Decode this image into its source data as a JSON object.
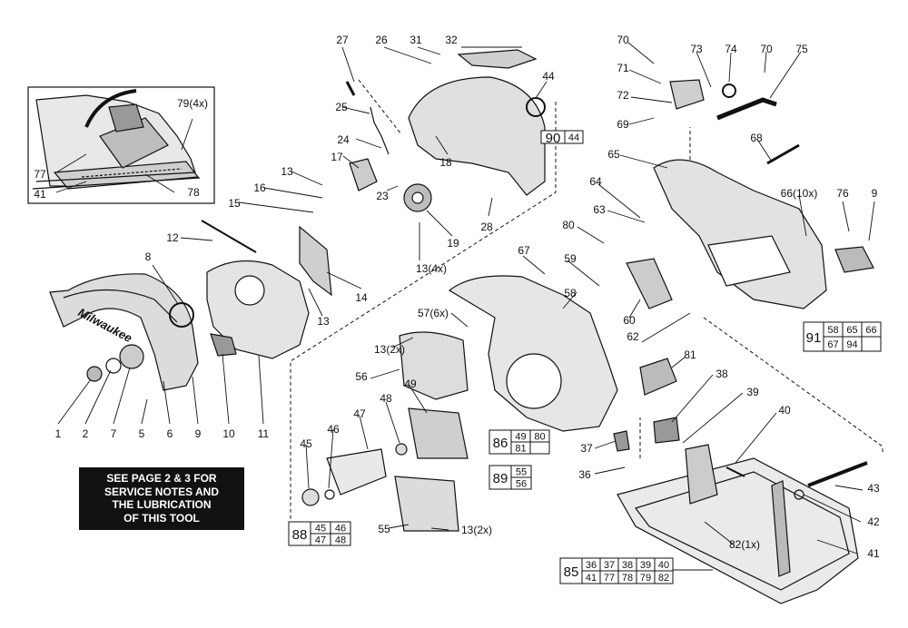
{
  "callouts": [
    "1",
    "2",
    "7",
    "5",
    "6",
    "9",
    "10",
    "11",
    "8",
    "12",
    "15",
    "16",
    "13",
    "17",
    "24",
    "25",
    "27",
    "26",
    "31",
    "32",
    "44",
    "23",
    "18",
    "19",
    "28",
    "13(4x)",
    "14",
    "13",
    "79(4x)",
    "77",
    "41",
    "78",
    "70",
    "71",
    "72",
    "73",
    "74",
    "70",
    "75",
    "69",
    "65",
    "68",
    "66(10x)",
    "76",
    "9",
    "64",
    "63",
    "80",
    "67",
    "59",
    "58",
    "57(6x)",
    "13(2x)",
    "56",
    "60",
    "62",
    "81",
    "49",
    "48",
    "47",
    "46",
    "45",
    "55",
    "13(2x)",
    "37",
    "36",
    "38",
    "39",
    "40",
    "43",
    "42",
    "82(1x)",
    "41"
  ],
  "kit_boxes": [
    {
      "id": "90",
      "parts": [
        [
          "44"
        ]
      ]
    },
    {
      "id": "91",
      "parts": [
        [
          "58",
          "65",
          "66"
        ],
        [
          "67",
          "94",
          ""
        ]
      ]
    },
    {
      "id": "86",
      "parts": [
        [
          "49",
          "80"
        ],
        [
          "81",
          ""
        ]
      ]
    },
    {
      "id": "89",
      "parts": [
        [
          "55"
        ],
        [
          "56"
        ]
      ]
    },
    {
      "id": "88",
      "parts": [
        [
          "45",
          "46"
        ],
        [
          "47",
          "48"
        ]
      ]
    },
    {
      "id": "85",
      "parts": [
        [
          "36",
          "37",
          "38",
          "39",
          "40"
        ],
        [
          "41",
          "77",
          "78",
          "79",
          "82"
        ]
      ]
    }
  ],
  "note_lines": [
    "SEE PAGE 2 & 3 FOR",
    "SERVICE NOTES AND",
    "THE LUBRICATION",
    "OF THIS TOOL"
  ],
  "brand_mark": "Milwaukee"
}
